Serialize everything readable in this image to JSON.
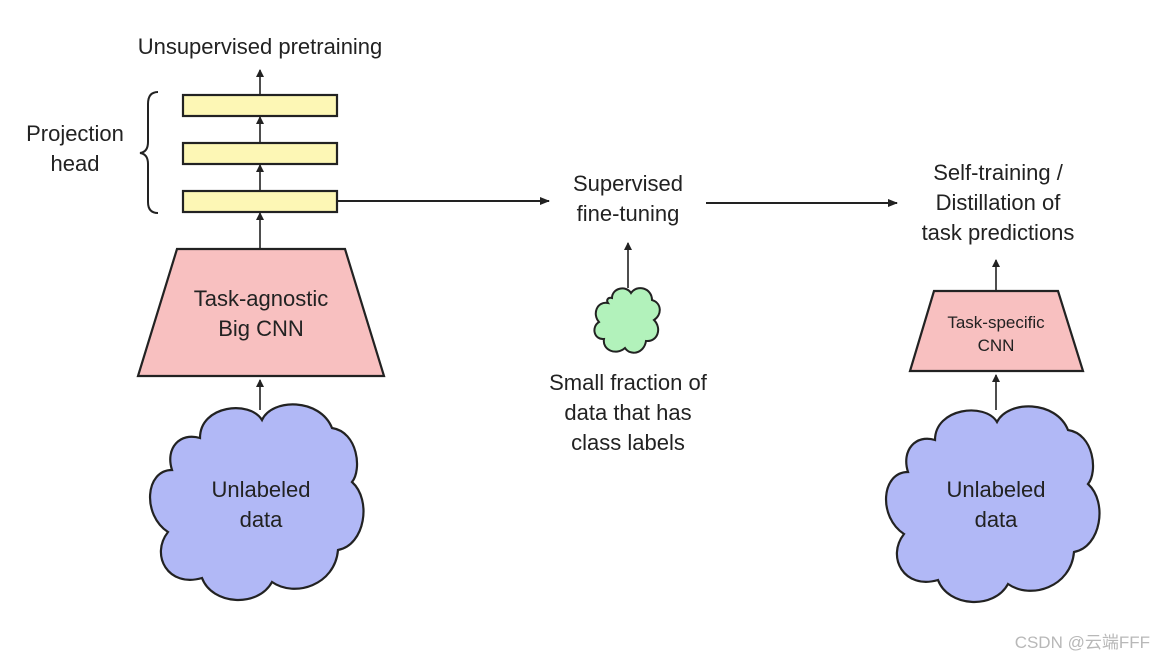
{
  "labels": {
    "unsupervised_pretraining": "Unsupervised pretraining",
    "projection_head_line1": "Projection",
    "projection_head_line2": "head",
    "big_cnn_line1": "Task-agnostic",
    "big_cnn_line2": "Big CNN",
    "unlabeled_left_line1": "Unlabeled",
    "unlabeled_left_line2": "data",
    "finetune_line1": "Supervised",
    "finetune_line2": "fine-tuning",
    "small_fraction_line1": "Small fraction of",
    "small_fraction_line2": "data that has",
    "small_fraction_line3": "class labels",
    "self_training_line1": "Self-training /",
    "self_training_line2": "Distillation of",
    "self_training_line3": "task predictions",
    "task_specific_line1": "Task-specific",
    "task_specific_line2": "CNN",
    "unlabeled_right_line1": "Unlabeled",
    "unlabeled_right_line2": "data"
  },
  "watermark": "CSDN @云端FFF",
  "colors": {
    "layer_fill": "#fdf7b5",
    "cnn_fill": "#f8c0c0",
    "cloud_fill": "#b1b8f6",
    "small_cloud_fill": "#b2f2bb",
    "stroke": "#222222"
  }
}
